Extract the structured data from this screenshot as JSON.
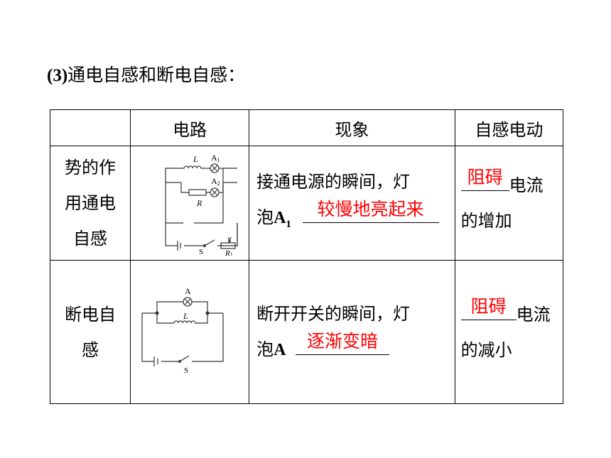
{
  "heading": {
    "number": "(3)",
    "text": "通电自感和断电自感："
  },
  "table": {
    "headers": [
      "",
      "电路",
      "现象",
      "自感电动"
    ],
    "rows": [
      {
        "label_lines": [
          "势的作",
          "用通电",
          "自感"
        ],
        "circuit_labels": {
          "inductor": "L",
          "lamp1": "A",
          "lamp1_sub": "1",
          "lamp2": "A",
          "lamp2_sub": "2",
          "resistor": "R",
          "switch": "S",
          "rheostat": "R",
          "rheostat_sub": "1"
        },
        "phenomenon_line1": "接通电源的瞬间，灯",
        "phenomenon_prefix": "泡",
        "phenomenon_lamp": "A",
        "phenomenon_lamp_sub": "1",
        "phenomenon_answer": "较慢地亮起来",
        "emf_answer": "阻碍",
        "emf_suffix": "电流",
        "emf_line2": "的增加"
      },
      {
        "label_lines": [
          "断电自",
          "感"
        ],
        "circuit_labels": {
          "lamp": "A",
          "inductor": "L",
          "switch": "S"
        },
        "phenomenon_line1": "断开开关的瞬间，灯",
        "phenomenon_prefix": "泡",
        "phenomenon_lamp": "A",
        "phenomenon_answer": "逐渐变暗",
        "emf_answer": "阻碍",
        "emf_suffix": "电流",
        "emf_line2": "的减小"
      }
    ]
  },
  "colors": {
    "answer": "#ff0000"
  }
}
